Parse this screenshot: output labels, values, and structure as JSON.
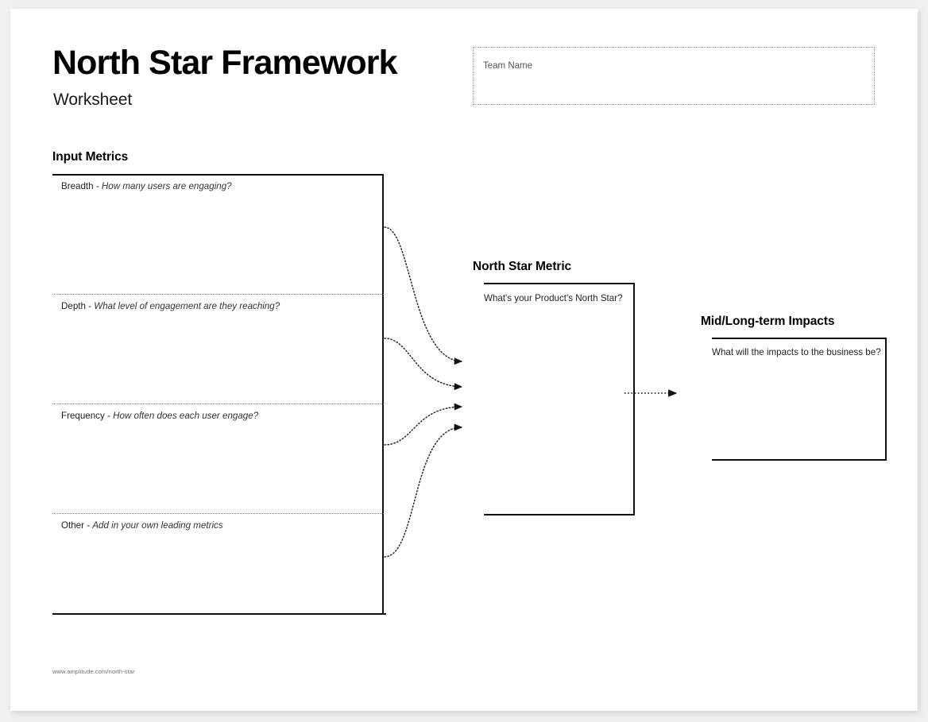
{
  "page": {
    "title": "North Star Framework",
    "subtitle": "Worksheet",
    "footer_url": "www.amplitude.com/north-star",
    "background_color": "#f0f0f0",
    "page_color": "#ffffff",
    "ink_color": "#111111"
  },
  "team_name_field": {
    "placeholder": "Team Name",
    "value": ""
  },
  "input_metrics": {
    "heading": "Input Metrics",
    "rows": [
      {
        "label": "Breadth - ",
        "prompt": "How many users are engaging?",
        "value": ""
      },
      {
        "label": "Depth - ",
        "prompt": "What level of engagement are they reaching?",
        "value": ""
      },
      {
        "label": "Frequency - ",
        "prompt": "How often does each user engage?",
        "value": ""
      },
      {
        "label": "Other - ",
        "prompt": "Add in your own leading metrics",
        "value": ""
      }
    ]
  },
  "north_star": {
    "heading": "North Star Metric",
    "prompt": "What's your Product's North Star?",
    "value": ""
  },
  "impacts": {
    "heading": "Mid/Long-term Impacts",
    "prompt": "What will the impacts to the business be?",
    "value": ""
  },
  "connectors": {
    "input_to_north_star_count": 4,
    "north_star_to_impacts_count": 1,
    "style": "dotted-arrow"
  }
}
